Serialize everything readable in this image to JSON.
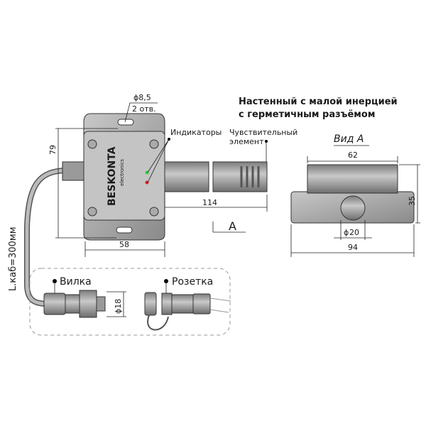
{
  "title": {
    "line1": "Настенный с малой инерцией",
    "line2": "с герметичным разъёмом"
  },
  "labels": {
    "hole_dia": "ϕ8,5",
    "hole_count": "2 отв.",
    "indicators": "Индикаторы",
    "sensor_line1": "Чувствительный",
    "sensor_line2": "элемент",
    "cable_length": "L.каб=300мм",
    "plug": "Вилка",
    "socket": "Розетка",
    "view_arrow": "A",
    "view_title": "Вид А",
    "brand": "BESKONTA",
    "brand_sub": "electronics"
  },
  "dimensions": {
    "height": "79",
    "width": "58",
    "probe_length": "114",
    "view_width": "62",
    "view_height": "35",
    "view_base": "94",
    "connector_dia": "20",
    "plug_dia": "ϕ18"
  },
  "colors": {
    "led_green": "#2ecc40",
    "led_red": "#d62020"
  }
}
